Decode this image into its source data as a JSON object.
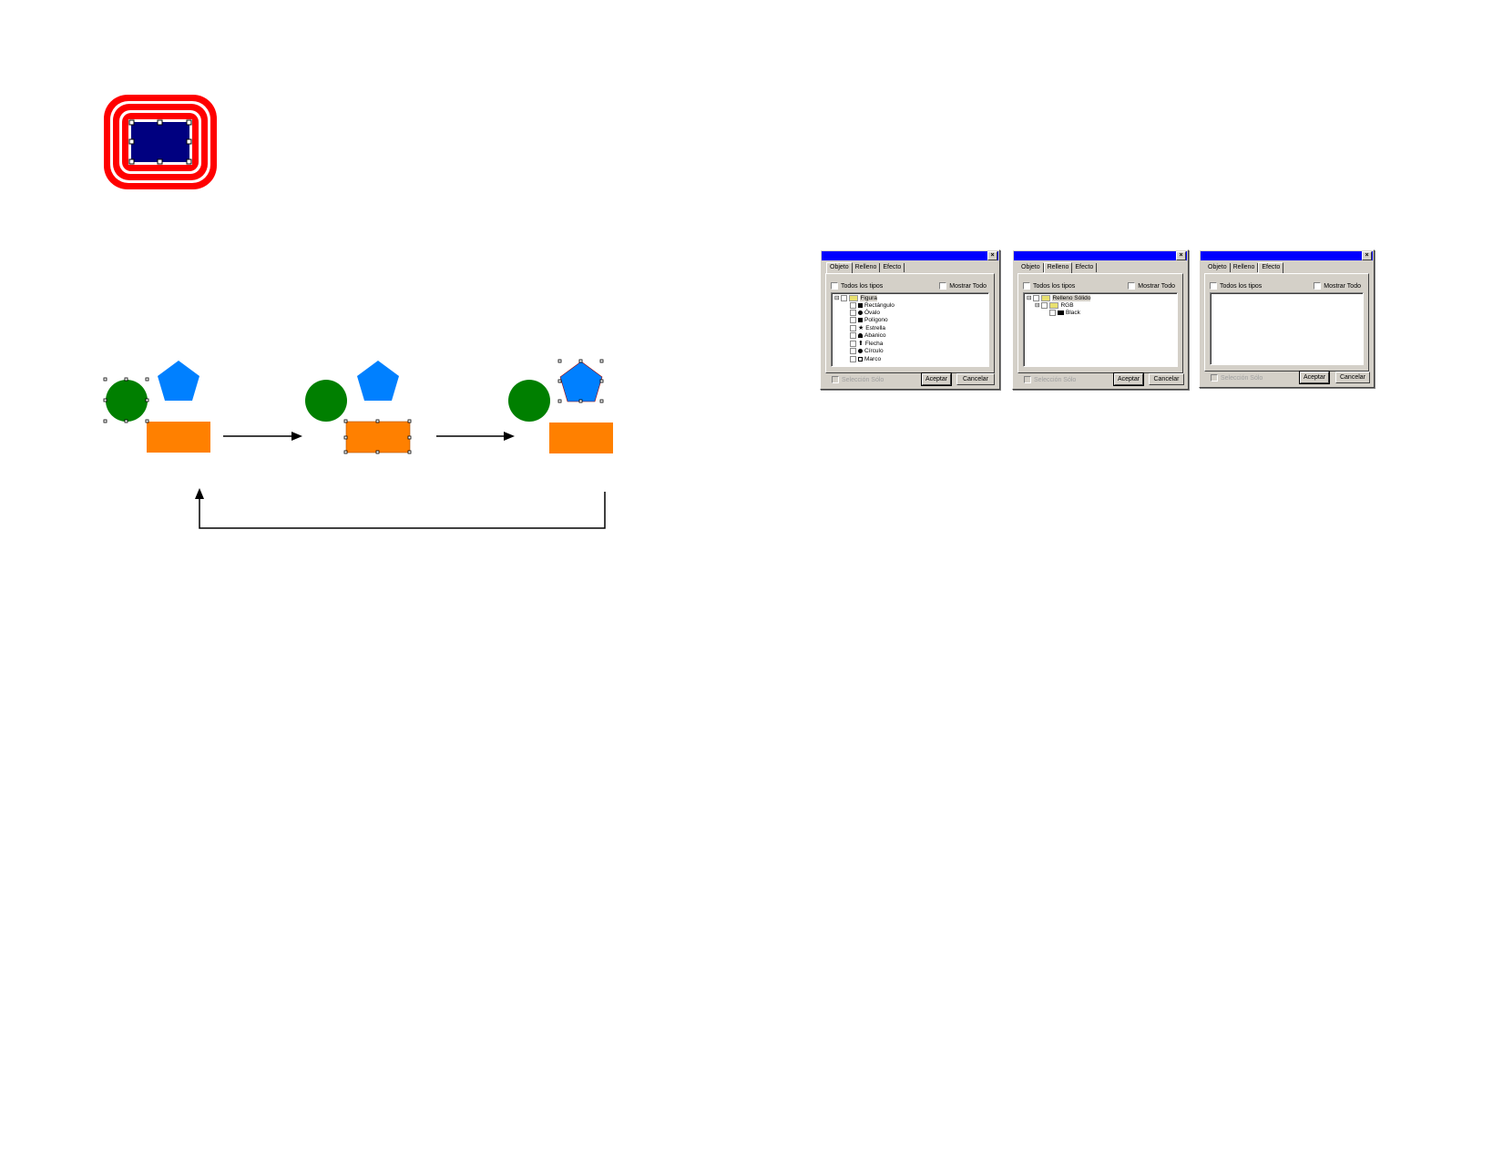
{
  "colors": {
    "logo_red": "#ff0000",
    "logo_navy": "#000080",
    "circle": "#007f00",
    "pentagon": "#0080ff",
    "rect": "#ff8000",
    "title_bar": "#0000ff"
  },
  "dialogs": [
    {
      "tabs": [
        "Objeto",
        "Relleno",
        "Efecto"
      ],
      "active_tab": 0,
      "all_types": "Todos los tipos",
      "show_all": "Mostrar Todo",
      "select_only": "Selección Sólo",
      "ok": "Aceptar",
      "cancel": "Cancelar",
      "close": "×",
      "tree": {
        "root": "Figura",
        "items": [
          "Rectángulo",
          "Óvalo",
          "Polígono",
          "Estrella",
          "Abanico",
          "Flecha",
          "Círculo",
          "Marco"
        ]
      }
    },
    {
      "tabs": [
        "Objeto",
        "Relleno",
        "Efecto"
      ],
      "active_tab": 1,
      "all_types": "Todos los tipos",
      "show_all": "Mostrar Todo",
      "select_only": "Selección Sólo",
      "ok": "Aceptar",
      "cancel": "Cancelar",
      "close": "×",
      "tree": {
        "root": "Relleno Sólido",
        "child": "RGB",
        "leaf": "Black"
      }
    },
    {
      "tabs": [
        "Objeto",
        "Relleno",
        "Efecto"
      ],
      "active_tab": 2,
      "all_types": "Todos los tipos",
      "show_all": "Mostrar Todo",
      "select_only": "Selección Sólo",
      "ok": "Aceptar",
      "cancel": "Cancelar",
      "close": "×"
    }
  ]
}
